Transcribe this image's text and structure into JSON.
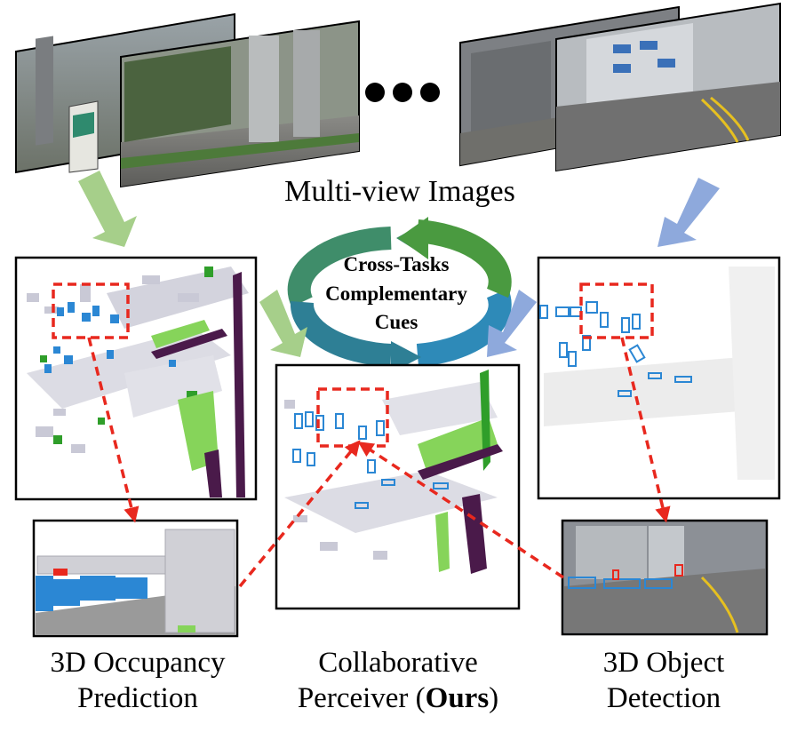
{
  "title": "Multi-view Images",
  "cycle_text": [
    "Cross-Tasks",
    "Complementary",
    "Cues"
  ],
  "labels": {
    "occupancy_line1": "3D Occupancy",
    "occupancy_line2": "Prediction",
    "collab_line1": "Collaborative",
    "collab_line2_pre": "Perceiver (",
    "collab_line2_bold": "Ours",
    "collab_line2_post": ")",
    "detection_line1": "3D Object",
    "detection_line2": "Detection"
  },
  "colors": {
    "green_arrow": "#a6cf8a",
    "blue_arrow": "#8ea9dc",
    "red_dash": "#e8281e",
    "occ_blue": "#2b87d4",
    "occ_green": "#2f9e2a",
    "occ_lightgreen": "#86d45a",
    "occ_purple": "#4a1a4a",
    "occ_gray": "#c9c9d6"
  }
}
